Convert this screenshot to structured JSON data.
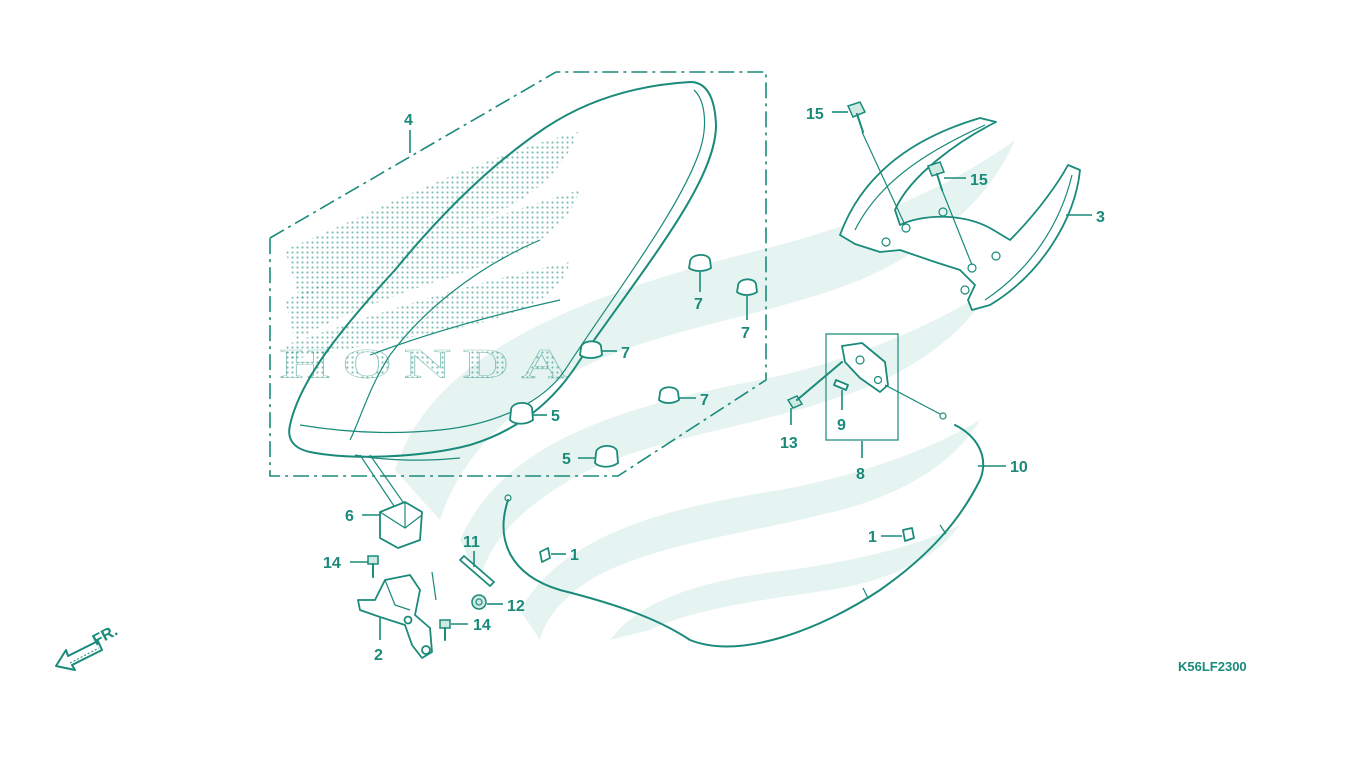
{
  "diagram": {
    "part_numbers": {
      "p1a": "1",
      "p1b": "1",
      "p2": "2",
      "p3": "3",
      "p4": "4",
      "p5a": "5",
      "p5b": "5",
      "p6": "6",
      "p7a": "7",
      "p7b": "7",
      "p7c": "7",
      "p7d": "7",
      "p8": "8",
      "p9": "9",
      "p10": "10",
      "p11": "11",
      "p12": "12",
      "p13": "13",
      "p14a": "14",
      "p14b": "14",
      "p15a": "15",
      "p15b": "15"
    },
    "direction_label": "FR.",
    "figure_code": "K56LF2300",
    "brand_logo_text": "HONDA",
    "line_color": "#1a8a7a",
    "watermark_color": "#e6f4f1"
  }
}
